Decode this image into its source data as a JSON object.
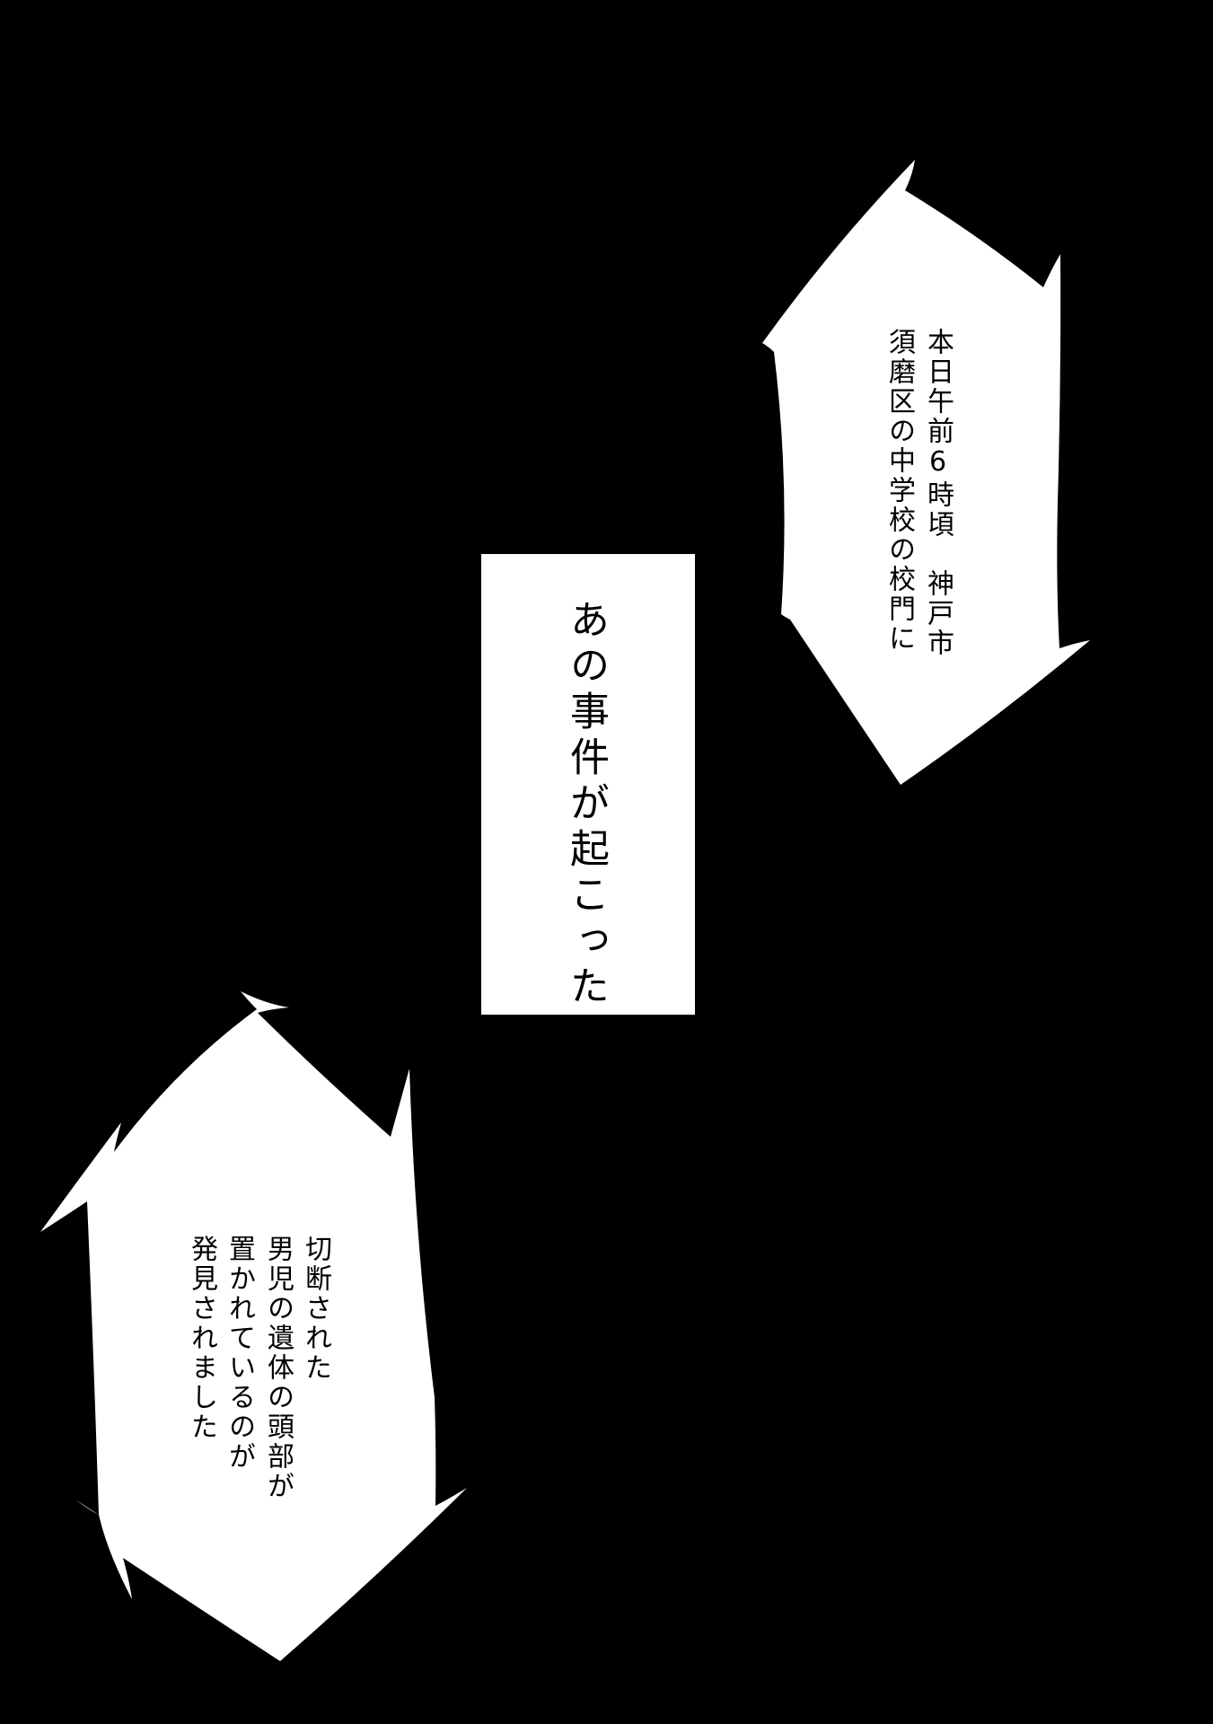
{
  "page": {
    "background_color": "#000000",
    "panel_color": "#ffffff",
    "text_color": "#000000"
  },
  "bubble_top_right": {
    "lines": [
      "本日午前6時頃　神戸市",
      "須磨区の中学校の校門に"
    ]
  },
  "caption_center": {
    "text": "あの事件が起こった"
  },
  "bubble_bottom_left": {
    "lines": [
      "切断された",
      "男児の遺体の頭部が",
      "置かれているのが",
      "発見されました"
    ]
  }
}
